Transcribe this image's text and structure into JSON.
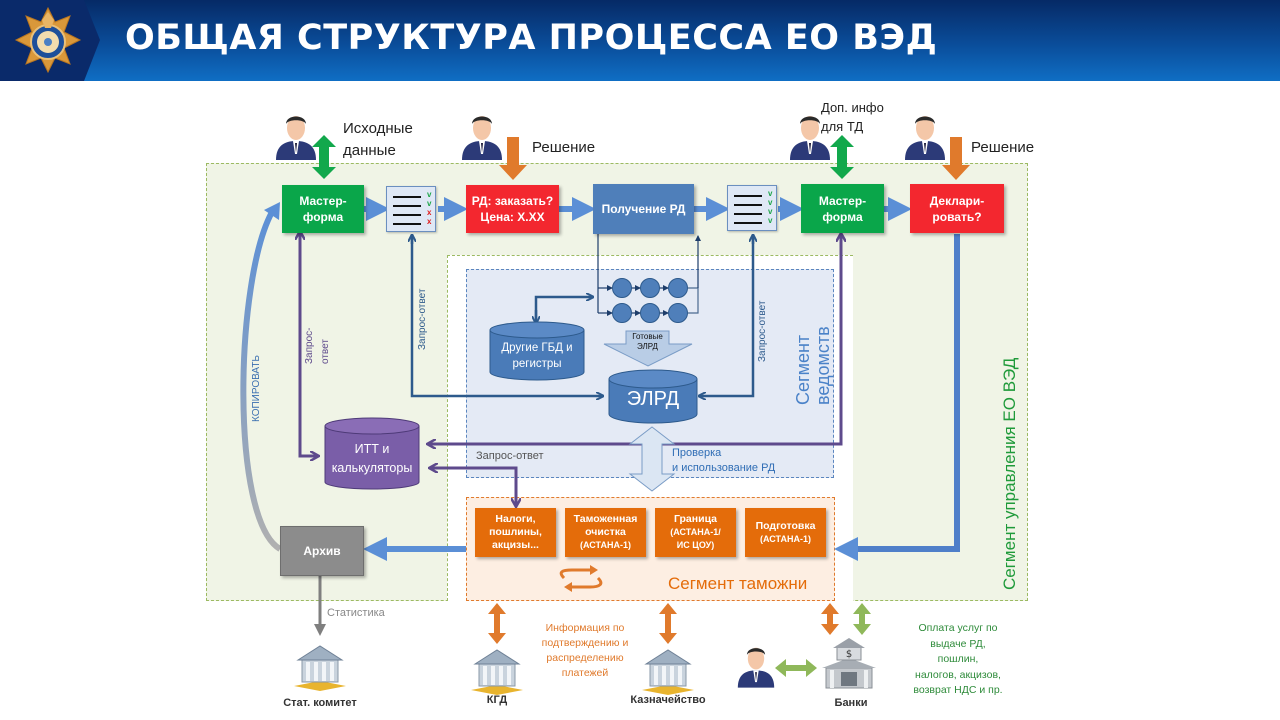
{
  "header": {
    "title": "ОБЩАЯ СТРУКТУРА ПРОЦЕССА ЕО ВЭД",
    "logo_icon": "customs-emblem-icon"
  },
  "colors": {
    "header_dark": "#062a66",
    "header_light": "#0f6ec4",
    "green_box": "#0aa64a",
    "red_box": "#f3272f",
    "blue_box": "#4f7fba",
    "orange_box": "#e46c0a",
    "purple_db": "#7a5ea8",
    "arrow_blue": "#5b8fd6",
    "arrow_purple": "#5e4a8c",
    "arrow_orange": "#e07a2c",
    "arrow_green": "#12a84c"
  },
  "actors": {
    "initial_data": "Исходные данные",
    "initial_data_line1": "Исходные",
    "initial_data_line2": "данные",
    "decision1": "Решение",
    "extra_info_line1": "Доп. инфо",
    "extra_info_line2": "для ТД",
    "decision2": "Решение"
  },
  "flow": {
    "master_form_1_line1": "Мастер-",
    "master_form_1_line2": "форма",
    "rd_order_line1": "РД: заказать?",
    "rd_order_line2": "Цена: X.XX",
    "get_rd": "Получение РД",
    "master_form_2_line1": "Мастер-",
    "master_form_2_line2": "форма",
    "declare_line1": "Деклари-",
    "declare_line2": "ровать?",
    "checklist_1_marks": [
      "v",
      "v",
      "x",
      "x"
    ],
    "checklist_2_marks": [
      "v",
      "v",
      "v",
      "v"
    ]
  },
  "agencies_segment": {
    "label_line1": "Сегмент",
    "label_line2": "ведомств",
    "other_db_line1": "Другие ГБД и",
    "other_db_line2": "регистры",
    "ready_elrd_line1": "Готовые",
    "ready_elrd_line2": "ЭЛРД",
    "elrd": "ЭЛРД",
    "check_use_line1": "Проверка",
    "check_use_line2": "и использование  РД"
  },
  "management_segment": {
    "label": "Сегмент управления ЕО ВЭД",
    "itt_line1": "ИТТ и",
    "itt_line2": "калькуляторы",
    "archive": "Архив",
    "copy": "КОПИРОВАТЬ",
    "req_resp_1_line1": "Запрос-",
    "req_resp_1_line2": "ответ",
    "req_resp_2": "Запрос-ответ",
    "req_resp_3": "Запрос-ответ",
    "req_resp_4": "Запрос-ответ"
  },
  "customs_segment": {
    "label": "Сегмент таможни",
    "boxes": [
      {
        "line1": "Налоги,",
        "line2": "пошлины,",
        "line3": "акцизы..."
      },
      {
        "line1": "Таможенная",
        "line2": "очистка",
        "line3": "(АСТАНА-1)"
      },
      {
        "line1": "Граница",
        "line2": "(АСТАНА-1/",
        "line3": "ИС ЦОУ)"
      },
      {
        "line1": "Подготовка",
        "line2": "(АСТАНА-1)",
        "line3": ""
      }
    ]
  },
  "external": {
    "statistics": "Статистика",
    "stat_committee": "Стат. комитет",
    "kgd": "КГД",
    "payment_info_lines": [
      "Информация по",
      "подтверждению  и",
      "распределению",
      "платежей"
    ],
    "treasury": "Казначейство",
    "banks": "Банки",
    "payment_services_lines": [
      "Оплата услуг по",
      "выдаче  РД,",
      "пошлин,",
      "налогов, акцизов,",
      "возврат  НДС и пр."
    ]
  }
}
